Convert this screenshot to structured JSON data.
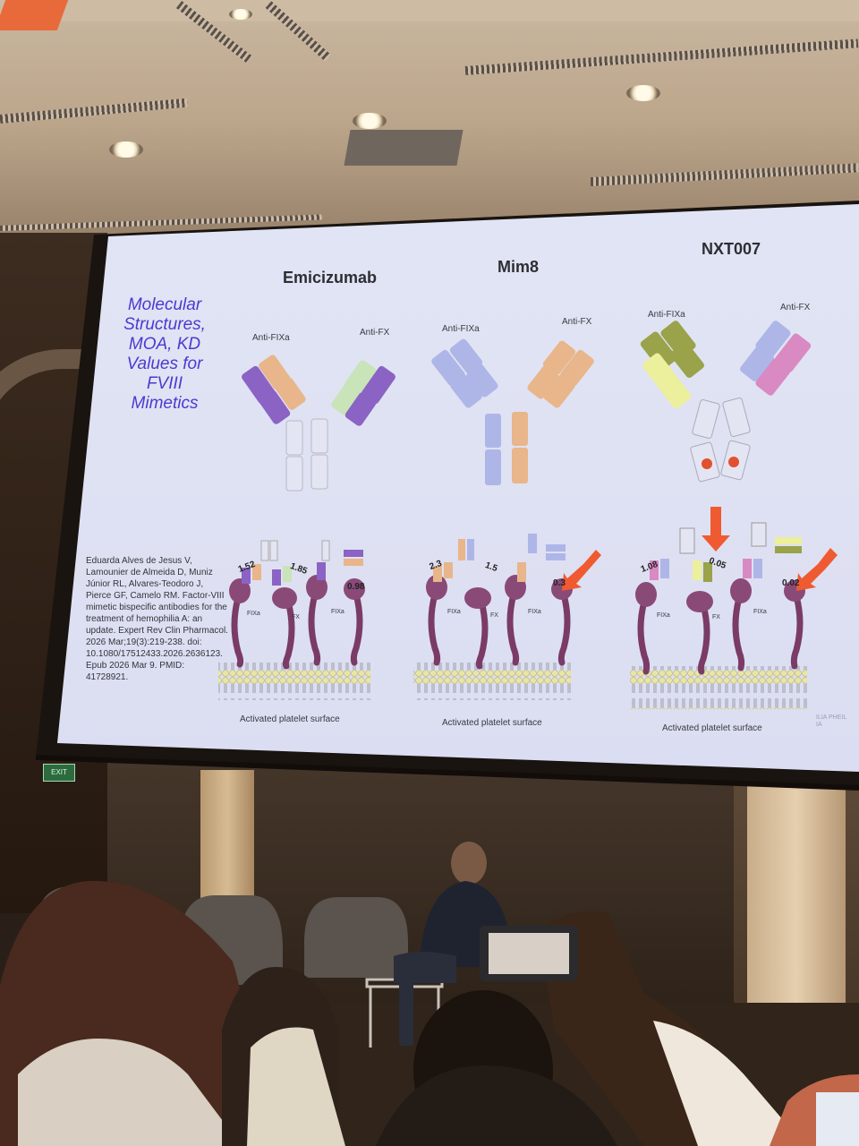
{
  "slide": {
    "title": "Molecular Structures, MOA, KD Values for FVIII Mimetics",
    "columns": [
      {
        "name": "Emicizumab",
        "arm_left": "Anti-FIXa",
        "arm_right": "Anti-FX",
        "kd_left": "1.52",
        "kd_mid": "1.85",
        "kd_right": "0.98"
      },
      {
        "name": "Mim8",
        "arm_left": "Anti-FIXa",
        "arm_right": "Anti-FX",
        "kd_left": "2.3",
        "kd_mid": "1.5",
        "kd_right": "0.3"
      },
      {
        "name": "NXT007",
        "arm_left": "Anti-FIXa",
        "arm_right": "Anti-FX",
        "kd_left": "1.08",
        "kd_mid": "0.05",
        "kd_right": "0.02"
      }
    ],
    "factor_labels": {
      "fixa": "FIXa",
      "fx": "FX"
    },
    "surface_label": "Activated platelet surface",
    "citation": "Eduarda Alves de Jesus V, Lamounier de Almeida D, Muniz Júnior RL, Alvares-Teodoro J, Pierce GF, Camelo RM. Factor-VIII mimetic bispecific antibodies for the treatment of hemophilia A: an update. Expert Rev Clin Pharmacol. 2026 Mar;19(3):219-238. doi: 10.1080/17512433.2026.2636123. Epub 2026 Mar 9. PMID: 41728921.",
    "watermark": "ILIA PHEIL IA"
  },
  "room": {
    "exit_sign": "EXIT"
  },
  "colors": {
    "purple": "#8a63c4",
    "orange": "#e8b68a",
    "green": "#c8e4b8",
    "blue": "#aeb6e8",
    "olive": "#9aa24a",
    "yellow": "#ecef9c",
    "pink": "#d98ac2",
    "arrow": "#f05a30",
    "protein": "#7a3b66",
    "lipid": "#e9e6a4"
  }
}
